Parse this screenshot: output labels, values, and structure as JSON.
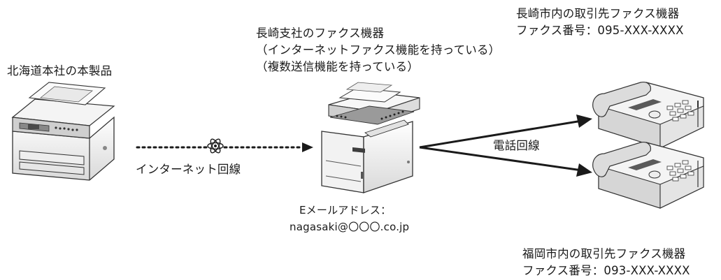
{
  "hq": {
    "label": "北海道本社の本製品"
  },
  "branch": {
    "title_line1": "長崎支社のファクス機器",
    "title_line2": "（インターネットファクス機能を持っている）",
    "title_line3": "（複数送信機能を持っている）",
    "email_label": "Eメールアドレス：",
    "email_value": "nagasaki@〇〇〇.co.jp"
  },
  "internet_line_label": "インターネット回線",
  "phone_line_label": "電話回線",
  "recipient_nagasaki": {
    "title": "長崎市内の取引先ファクス機器",
    "fax_label": "ファクス番号：095-XXX-XXXX"
  },
  "recipient_fukuoka": {
    "title": "福岡市内の取引先ファクス機器",
    "fax_label": "ファクス番号：093-XXX-XXXX"
  },
  "icons": {
    "internet": "atom-network-icon",
    "hq_device": "multifunction-printer-icon",
    "branch_device": "laser-mfc-icon",
    "recipient_device": "fax-telephone-icon"
  }
}
